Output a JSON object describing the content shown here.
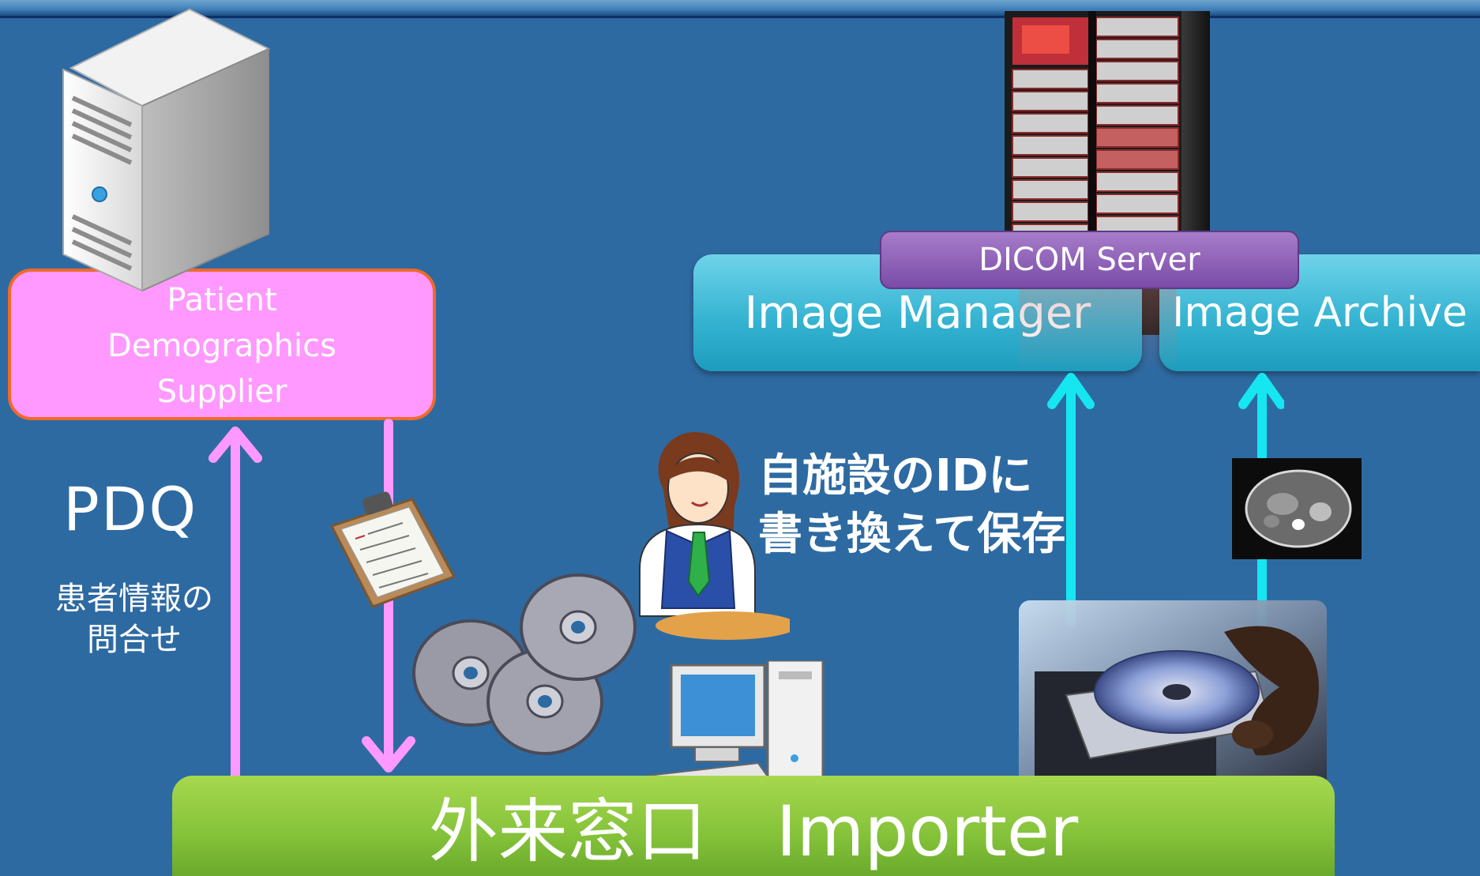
{
  "boxes": {
    "pds": {
      "line1": "Patient",
      "line2": "Demographics",
      "line3": "Supplier"
    },
    "image_manager": "Image Manager",
    "image_archive": "Image Archive",
    "dicom_server": "DICOM Server",
    "importer": "外来窓口　Importer"
  },
  "labels": {
    "pdq": "PDQ",
    "query_line1": "患者情報の",
    "query_line2": "問合せ",
    "rewrite_line1": "自施設のIDに",
    "rewrite_line2": "書き換えて保存"
  },
  "colors": {
    "background": "#2e6aa2",
    "pds_fill": "#ff99ff",
    "pds_border": "#f06a2a",
    "pink_arrow": "#ff99ff",
    "cyan_arrow": "#16e6f0",
    "image_box": "#36b4d2",
    "dicom_box": "#7a4ca8",
    "importer_box": "#84c23a"
  },
  "icons": [
    "server-tower-icon",
    "server-rack-icon",
    "clipboard-icon",
    "disc-icon",
    "receptionist-icon",
    "desktop-computer-icon",
    "ct-scan-icon",
    "disc-drive-photo-icon"
  ]
}
